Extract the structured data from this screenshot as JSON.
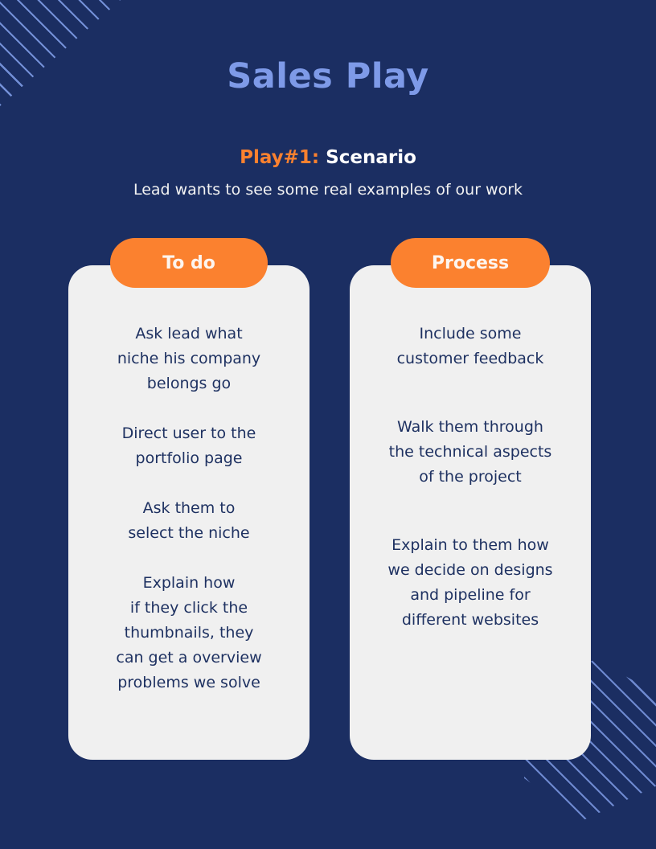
{
  "theme": {
    "background": "#1b2e62",
    "title_color": "#7e9ae8",
    "accent_orange": "#fb812f",
    "card_background": "#f0f0f0",
    "card_text": "#1e3161",
    "stripe_color": "#82a0eb"
  },
  "header": {
    "title": "Sales Play",
    "play_label": "Play#1:",
    "play_value": "Scenario",
    "description": "Lead wants to see some real examples of our work"
  },
  "cards": [
    {
      "id": "to-do",
      "heading": "To do",
      "items": [
        "Ask lead what\nniche his company\nbelongs go",
        "Direct user to the\nportfolio page",
        "Ask them to\nselect the niche",
        "Explain how\nif they click the\nthumbnails, they\ncan get a overview\nproblems we solve"
      ]
    },
    {
      "id": "process",
      "heading": "Process",
      "items": [
        "Include some\ncustomer feedback",
        "Walk them through\nthe technical aspects\nof the project",
        "Explain to them how\nwe decide on designs\nand pipeline for\ndifferent websites"
      ]
    }
  ],
  "decorations": {
    "top_left_stripes": "diagonal-stripes-triangle",
    "bottom_right_stripes": "diagonal-stripes-diamond"
  }
}
